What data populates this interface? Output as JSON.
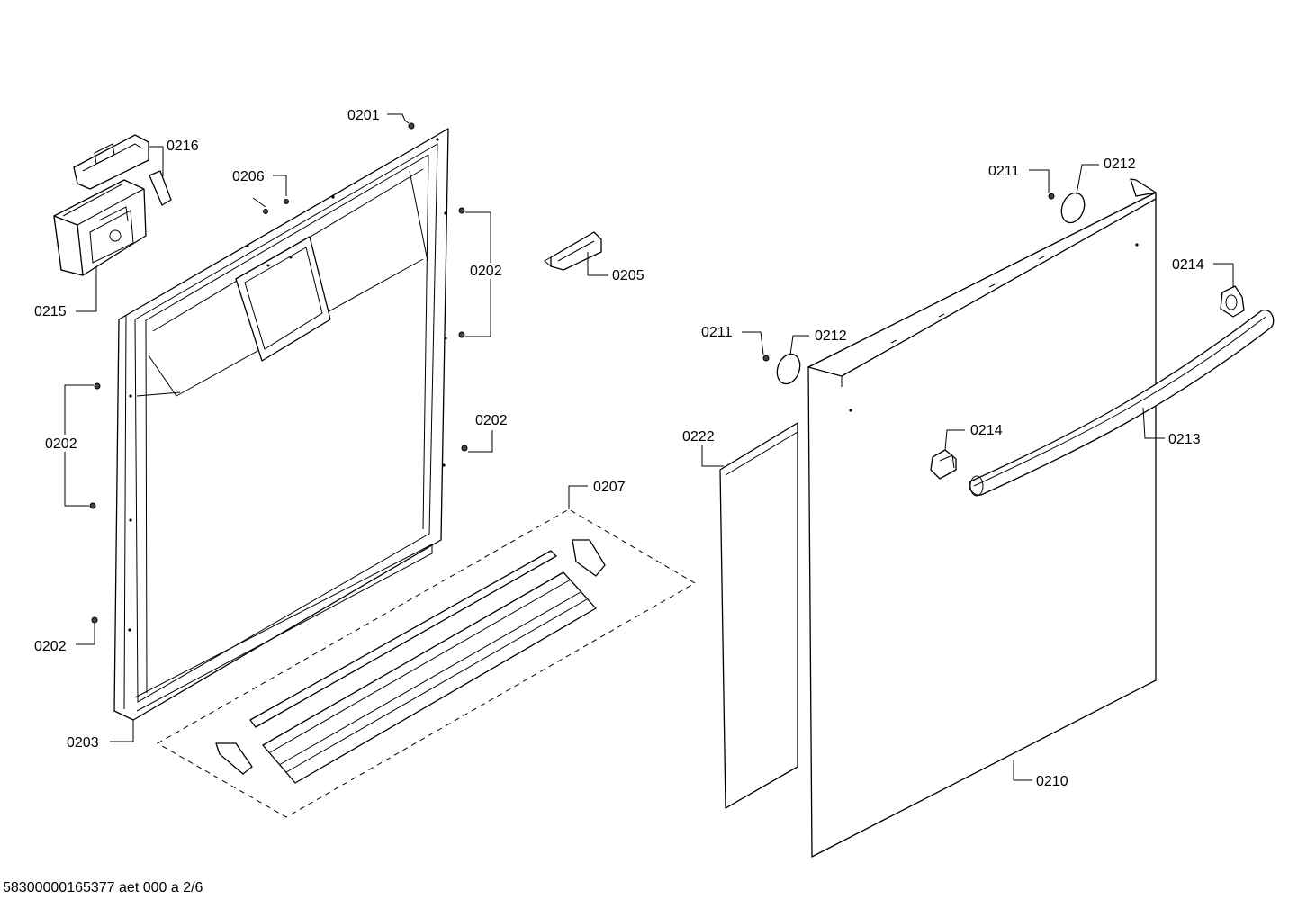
{
  "labels": {
    "l0201": "0201",
    "l0216": "0216",
    "l0206": "0206",
    "l0202a": "0202",
    "l0205": "0205",
    "l0215": "0215",
    "l0202b": "0202",
    "l0202c": "0202",
    "l0207": "0207",
    "l0202d": "0202",
    "l0203": "0203",
    "l0211a": "0211",
    "l0212a": "0212",
    "l0211b": "0211",
    "l0212b": "0212",
    "l0214a": "0214",
    "l0214b": "0214",
    "l0213": "0213",
    "l0222": "0222",
    "l0210": "0210"
  },
  "footer": "58300000165377 aet 000 a 2/6"
}
